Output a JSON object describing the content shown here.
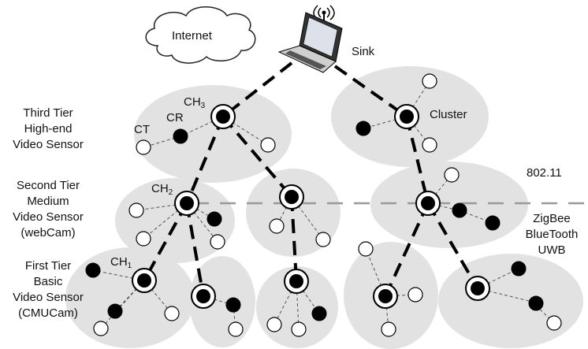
{
  "labels": {
    "internet": "Internet",
    "sink": "Sink",
    "cluster": "Cluster",
    "ct": "CT",
    "cr": "CR",
    "ch_prefix": "CH",
    "ch3_sub": "3",
    "ch2_sub": "2",
    "ch1_sub": "1",
    "wifi": "802.11",
    "zigbee": "ZigBee",
    "bluetooth": "BlueTooth",
    "uwb": "UWB"
  },
  "tiers": {
    "third": [
      "Third Tier",
      "High-end",
      "Video Sensor"
    ],
    "second": [
      "Second Tier",
      "Medium",
      "Video Sensor",
      "(webCam)"
    ],
    "first": [
      "First Tier",
      "Basic",
      "Video Sensor",
      "(CMUCam)"
    ]
  },
  "colors": {
    "cluster_fill": "#e2e2e2",
    "node_black": "#000000",
    "node_white": "#ffffff",
    "separator": "#999999"
  }
}
